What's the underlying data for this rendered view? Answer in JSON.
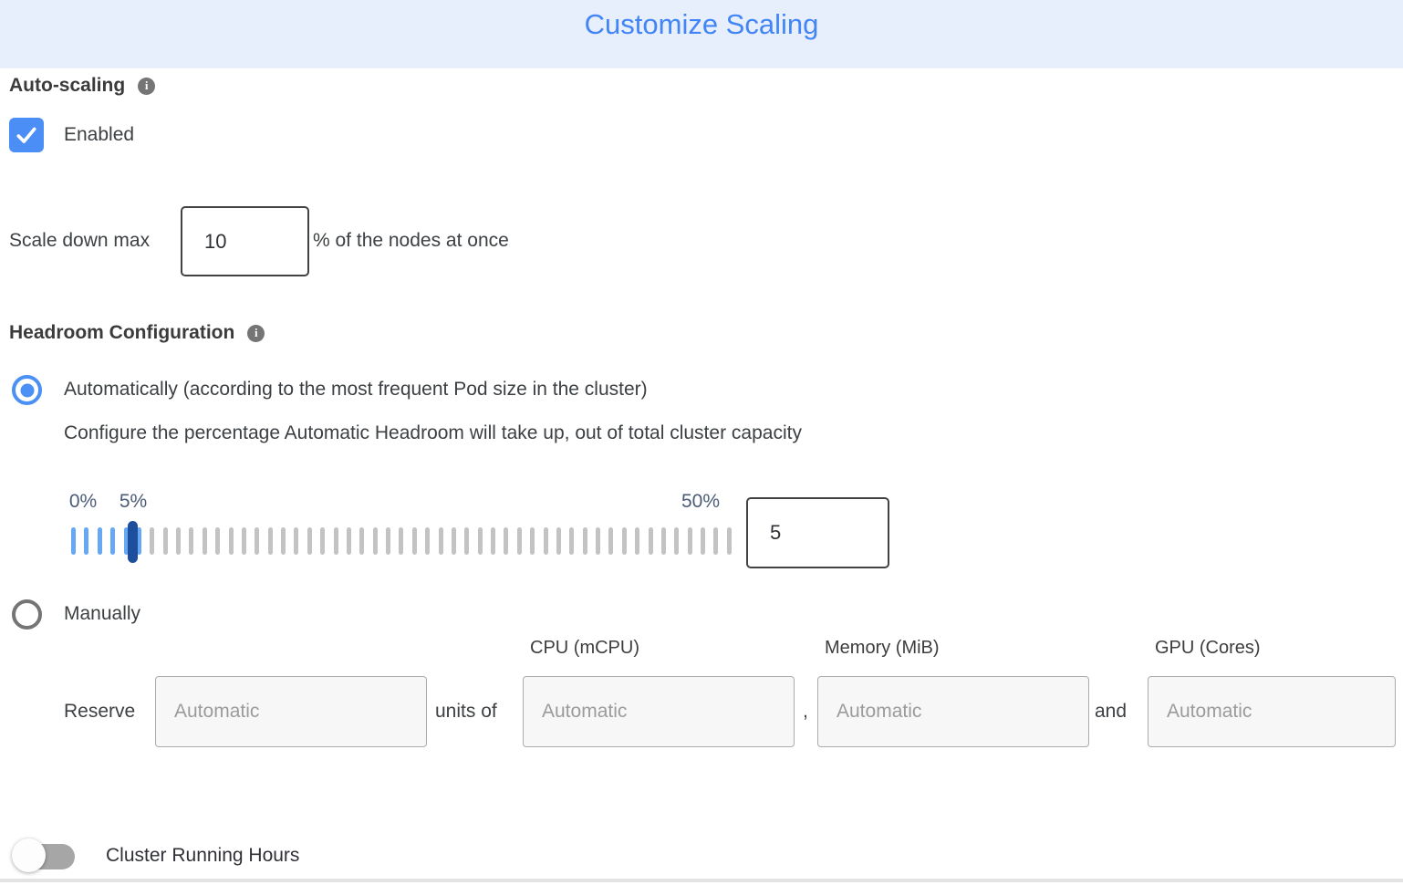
{
  "header": {
    "title": "Customize Scaling"
  },
  "auto_scaling": {
    "label": "Auto-scaling",
    "enabled_checkbox": {
      "label": "Enabled",
      "checked": true
    },
    "scale_down": {
      "prefix": "Scale down max",
      "value": "10",
      "suffix": "% of the nodes at once"
    }
  },
  "headroom": {
    "label": "Headroom Configuration",
    "automatic_option": {
      "label": "Automatically (according to the most frequent Pod size in the cluster)",
      "selected": true,
      "description": "Configure the percentage Automatic Headroom will take up, out of total cluster capacity",
      "slider": {
        "min": 0,
        "max": 50,
        "value": 5,
        "min_label": "0%",
        "value_label": "5%",
        "max_label": "50%",
        "input_value": "5"
      }
    },
    "manual_option": {
      "label": "Manually",
      "selected": false,
      "columns": [
        "CPU (mCPU)",
        "Memory (MiB)",
        "GPU (Cores)"
      ],
      "reserve": {
        "label": "Reserve",
        "units_text": "units of",
        "comma_text": ",",
        "and_text": "and",
        "inputs": [
          {
            "name": "reserve-units",
            "placeholder": "Automatic",
            "value": ""
          },
          {
            "name": "reserve-cpu",
            "placeholder": "Automatic",
            "value": ""
          },
          {
            "name": "reserve-memory",
            "placeholder": "Automatic",
            "value": ""
          },
          {
            "name": "reserve-gpu",
            "placeholder": "Automatic",
            "value": ""
          }
        ]
      }
    }
  },
  "cluster_running_hours": {
    "label": "Cluster Running Hours",
    "enabled": false
  },
  "colors": {
    "accent_blue": "#4285f4",
    "header_bg": "#e7eefc",
    "text_dark": "#3c4043",
    "tick_blue": "#66a8f3",
    "tick_gray": "#c3c3c3",
    "thumb_navy": "#1d4f9c",
    "slider_label": "#4c5c77",
    "dark_border": "#424242",
    "auto_input_bg": "#f7f7f7",
    "auto_input_border": "#ababab",
    "placeholder_gray": "#9b9b9b",
    "toggle_track": "#a6a6a6",
    "info_gray": "#757575",
    "divider": "#e3e3e3"
  }
}
